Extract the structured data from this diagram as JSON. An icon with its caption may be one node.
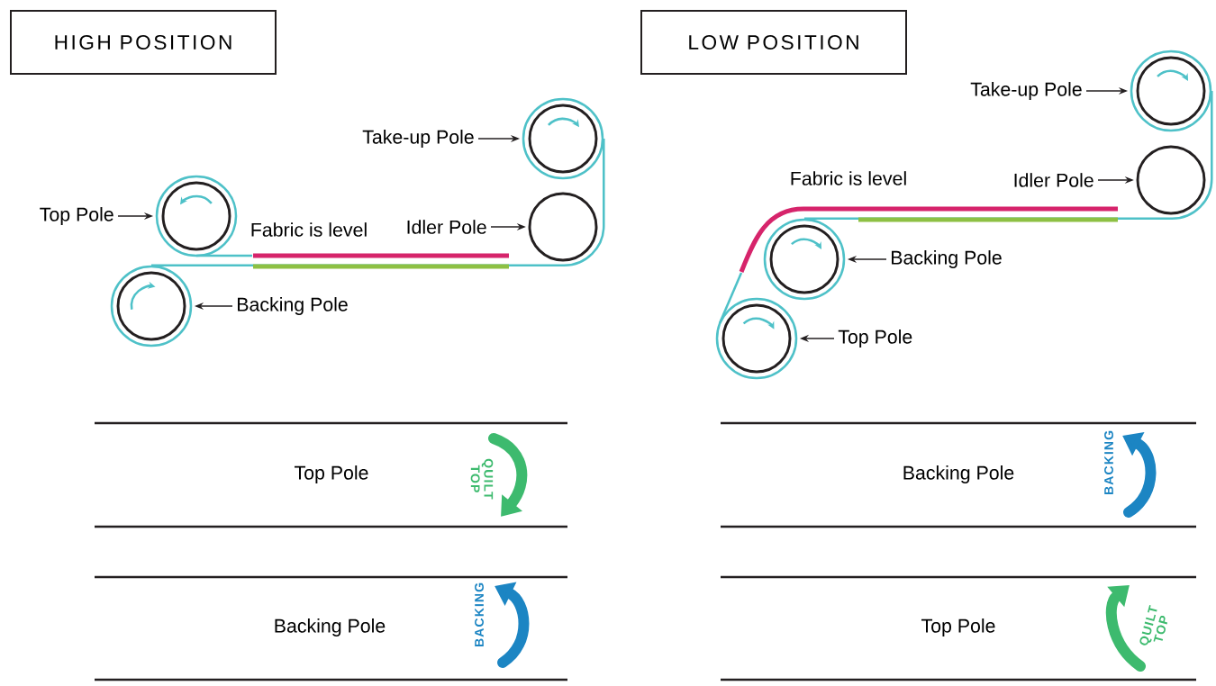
{
  "diagram": {
    "nodes": [
      {
        "text": [
          "HIGH POSITION"
        ]
      },
      {
        "text": [
          "Take-up Pole"
        ]
      },
      {
        "text": [],
        "shape": "circle"
      },
      {
        "text": [
          "Top Pole"
        ]
      },
      {
        "text": [],
        "shape": "circle"
      },
      {
        "text": [
          "Idler Pole"
        ]
      },
      {
        "text": [],
        "shape": "circle"
      },
      {
        "text": [
          "Backing Pole"
        ]
      },
      {
        "text": [],
        "shape": "circle"
      },
      {
        "text": [
          "LOW POSITION"
        ]
      },
      {
        "text": [
          "Take-up Pole"
        ]
      },
      {
        "text": [],
        "shape": "circle"
      },
      {
        "text": [
          "Idler Pole"
        ]
      },
      {
        "text": [],
        "shape": "circle"
      },
      {
        "text": [
          "Backing Pole"
        ]
      },
      {
        "text": [],
        "shape": "circle"
      },
      {
        "text": [
          "Top Pole"
        ]
      },
      {
        "text": [],
        "shape": "circle"
      }
    ],
    "edges": [
      {
        "from": 1,
        "to": 2,
        "arrow": "to"
      },
      {
        "from": 3,
        "to": 4,
        "arrow": "to"
      },
      {
        "from": 5,
        "to": 6,
        "arrow": "to"
      },
      {
        "from": 7,
        "to": 8,
        "arrow": "to"
      },
      {
        "from": 8,
        "to": 2,
        "arrow": "none",
        "color": "#4ec1c8"
      },
      {
        "from": 10,
        "to": 11,
        "arrow": "to"
      },
      {
        "from": 12,
        "to": 13,
        "arrow": "to"
      },
      {
        "from": 14,
        "to": 15,
        "arrow": "to"
      },
      {
        "from": 16,
        "to": 17,
        "arrow": "to"
      },
      {
        "from": 15,
        "to": 11,
        "arrow": "none",
        "color": "#4ec1c8"
      }
    ],
    "labels": [
      "Fabric is level",
      "Fabric is level",
      "Top Pole",
      "QUILT TOP",
      "Backing Pole",
      "BACKING",
      "Backing Pole",
      "BACKING",
      "Top Pole",
      "QUILT TOP"
    ]
  }
}
